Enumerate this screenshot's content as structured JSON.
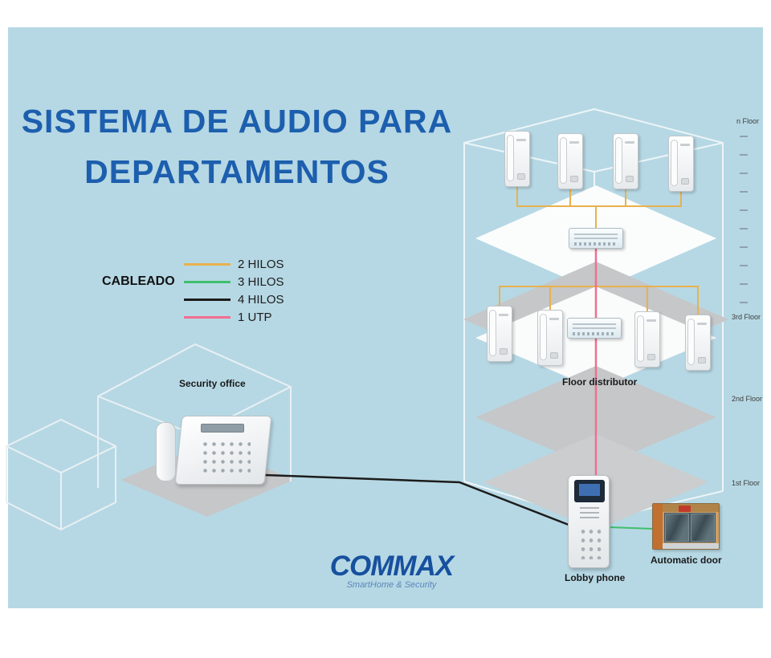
{
  "title": {
    "line1": "SISTEMA DE AUDIO PARA",
    "line2": "DEPARTAMENTOS"
  },
  "legend": {
    "heading": "CABLEADO",
    "items": [
      {
        "label": "2 HILOS",
        "color": "#e8b14e"
      },
      {
        "label": "3 HILOS",
        "color": "#3fbe6d"
      },
      {
        "label": "4 HILOS",
        "color": "#1c1c1c"
      },
      {
        "label": "1 UTP",
        "color": "#f26f90"
      }
    ]
  },
  "building": {
    "floors": [
      {
        "label": "n Floor"
      },
      {
        "label": "3rd Floor"
      },
      {
        "label": "2nd Floor"
      },
      {
        "label": "1st Floor"
      }
    ],
    "distributor_label": "Floor distributor"
  },
  "security_office": {
    "label": "Security office"
  },
  "lobby": {
    "label": "Lobby phone"
  },
  "door": {
    "label": "Automatic door"
  },
  "logo": {
    "name": "COMMAX",
    "tagline": "SmartHome & Security"
  },
  "colors": {
    "background": "#b6d8e4",
    "title": "#1d5fae",
    "logo": "#17509e",
    "wire_2hilos": "#e8b14e",
    "wire_3hilos": "#3fbe6d",
    "wire_4hilos": "#1c1c1c",
    "wire_1utp": "#f26f90"
  }
}
